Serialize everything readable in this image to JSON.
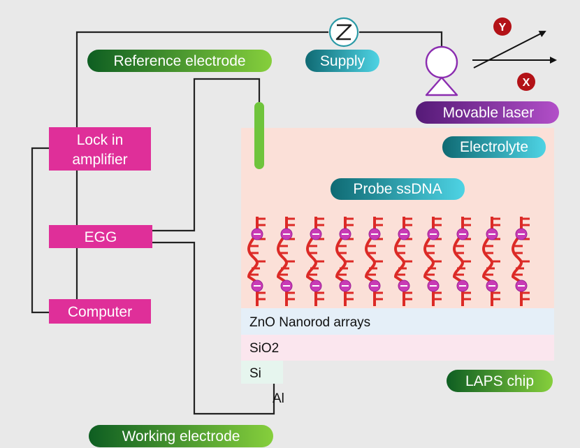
{
  "labels": {
    "reference_electrode": "Reference electrode",
    "supply": "Supply",
    "movable_laser": "Movable laser",
    "axis_y": "Y",
    "axis_x": "X",
    "lock_in_line1": "Lock in",
    "lock_in_line2": "amplifier",
    "egg": "EGG",
    "computer": "Computer",
    "electrolyte": "Electrolyte",
    "probe_ssdna": "Probe ssDNA",
    "zno": "ZnO Nanorod arrays",
    "sio2": "SiO2",
    "si": "Si",
    "al": "Al",
    "laps_chip": "LAPS chip",
    "working_electrode": "Working electrode"
  },
  "dna": {
    "strand_count": 10
  },
  "colors": {
    "magenta": "#df2f99",
    "green_dark": "#0e5e22",
    "green_light": "#86cf3c",
    "teal_dark": "#0f6a73",
    "teal_light": "#4ed3e4",
    "purple_dark": "#551a77",
    "purple_light": "#b24fc8",
    "electrolyte": "#fbe0d8",
    "dna_red": "#dc2a26",
    "bead": "#c93bb6",
    "axis_badge": "#b31217"
  }
}
